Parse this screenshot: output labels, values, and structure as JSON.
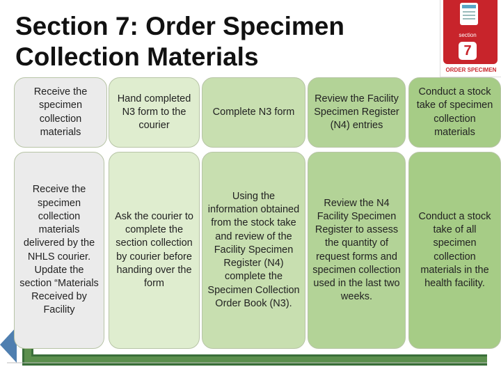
{
  "title": {
    "line1": "Section 7: Order  Specimen",
    "line2": "Collection Materials"
  },
  "badge": {
    "icon": "document-icon",
    "small_text": "section",
    "number": "7",
    "label": "ORDER SPECIMEN",
    "accent_color": "#c8242b"
  },
  "top_row": [
    "Receive the specimen collection materials",
    "Hand completed N3 form to the courier",
    "Complete N3 form",
    "Review the Facility Specimen Register (N4) entries",
    "Conduct a stock take of specimen collection materials"
  ],
  "bottom_row": [
    "Receive the specimen collection materials delivered by the NHLS courier. Update the section “Materials Received by Facility",
    "Ask the courier to complete the section collection by courier before handing over the form",
    "Using the information obtained from the stock take and review of the Facility Specimen Register (N4) complete the Specimen Collection Order Book (N3).",
    "Review the N4 Facility Specimen Register to assess the quantity of request forms and specimen collection used in the last two weeks.",
    "Conduct a stock take of all specimen collection materials in the health facility."
  ],
  "colors": {
    "step1": "#ebebeb",
    "step2": "#dfedcf",
    "step3": "#c8dfb0",
    "step4": "#b3d397",
    "step5": "#a6cc86",
    "arrow": "#3a6f3a"
  }
}
